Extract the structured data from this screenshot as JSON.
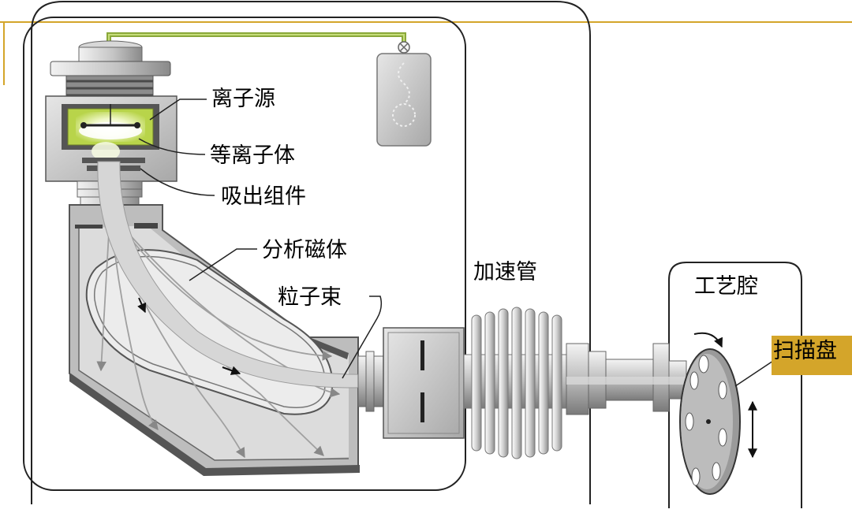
{
  "labels": {
    "ion_source": "离子源",
    "plasma": "等离子体",
    "extraction_assembly": "吸出组件",
    "analyzer_magnet": "分析磁体",
    "ion_beam": "粒子束",
    "accelerator_tube": "加速管",
    "process_chamber": "工艺腔",
    "scan_disk": "扫描盘"
  },
  "colors": {
    "accent_line": "#d4a52a",
    "scan_label_bg": "#d4a52a",
    "plasma_glow": "#c8e05a",
    "gas_pipe": "#9ab84a",
    "beam": "#d8d8d8"
  }
}
